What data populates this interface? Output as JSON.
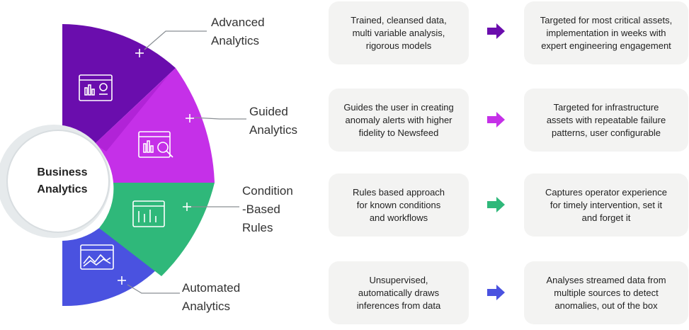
{
  "center": {
    "line1": "Business",
    "line2": "Analytics"
  },
  "segments": [
    {
      "label_lines": [
        "Advanced",
        "Analytics"
      ],
      "color": "#6a0dad",
      "left_box": [
        "Trained, cleansed data,",
        "multi variable analysis,",
        "rigorous models"
      ],
      "right_box": [
        "Targeted for most critical assets,",
        "implementation  in weeks with",
        "expert engineering engagement"
      ]
    },
    {
      "label_lines": [
        "Guided",
        "Analytics"
      ],
      "color": "#c530e8",
      "left_box": [
        "Guides the  user in creating",
        "anomaly alerts with higher",
        "fidelity to  Newsfeed"
      ],
      "right_box": [
        "Targeted for infrastructure",
        "assets with repeatable failure",
        "patterns, user configurable"
      ]
    },
    {
      "label_lines": [
        "Condition",
        "-Based",
        "Rules"
      ],
      "color": "#2fb87a",
      "left_box": [
        "Rules based approach",
        "for known  conditions",
        "and workflows"
      ],
      "right_box": [
        "Captures operator  experience",
        "for timely intervention,  set it",
        "and forget it"
      ]
    },
    {
      "label_lines": [
        "Automated",
        "Analytics"
      ],
      "color": "#4a52e0",
      "left_box": [
        "Unsupervised,",
        "automatically draws",
        "inferences from data"
      ],
      "right_box": [
        "Analyses streamed data from",
        "multiple sources to detect",
        "anomalies, out of the box"
      ]
    }
  ]
}
